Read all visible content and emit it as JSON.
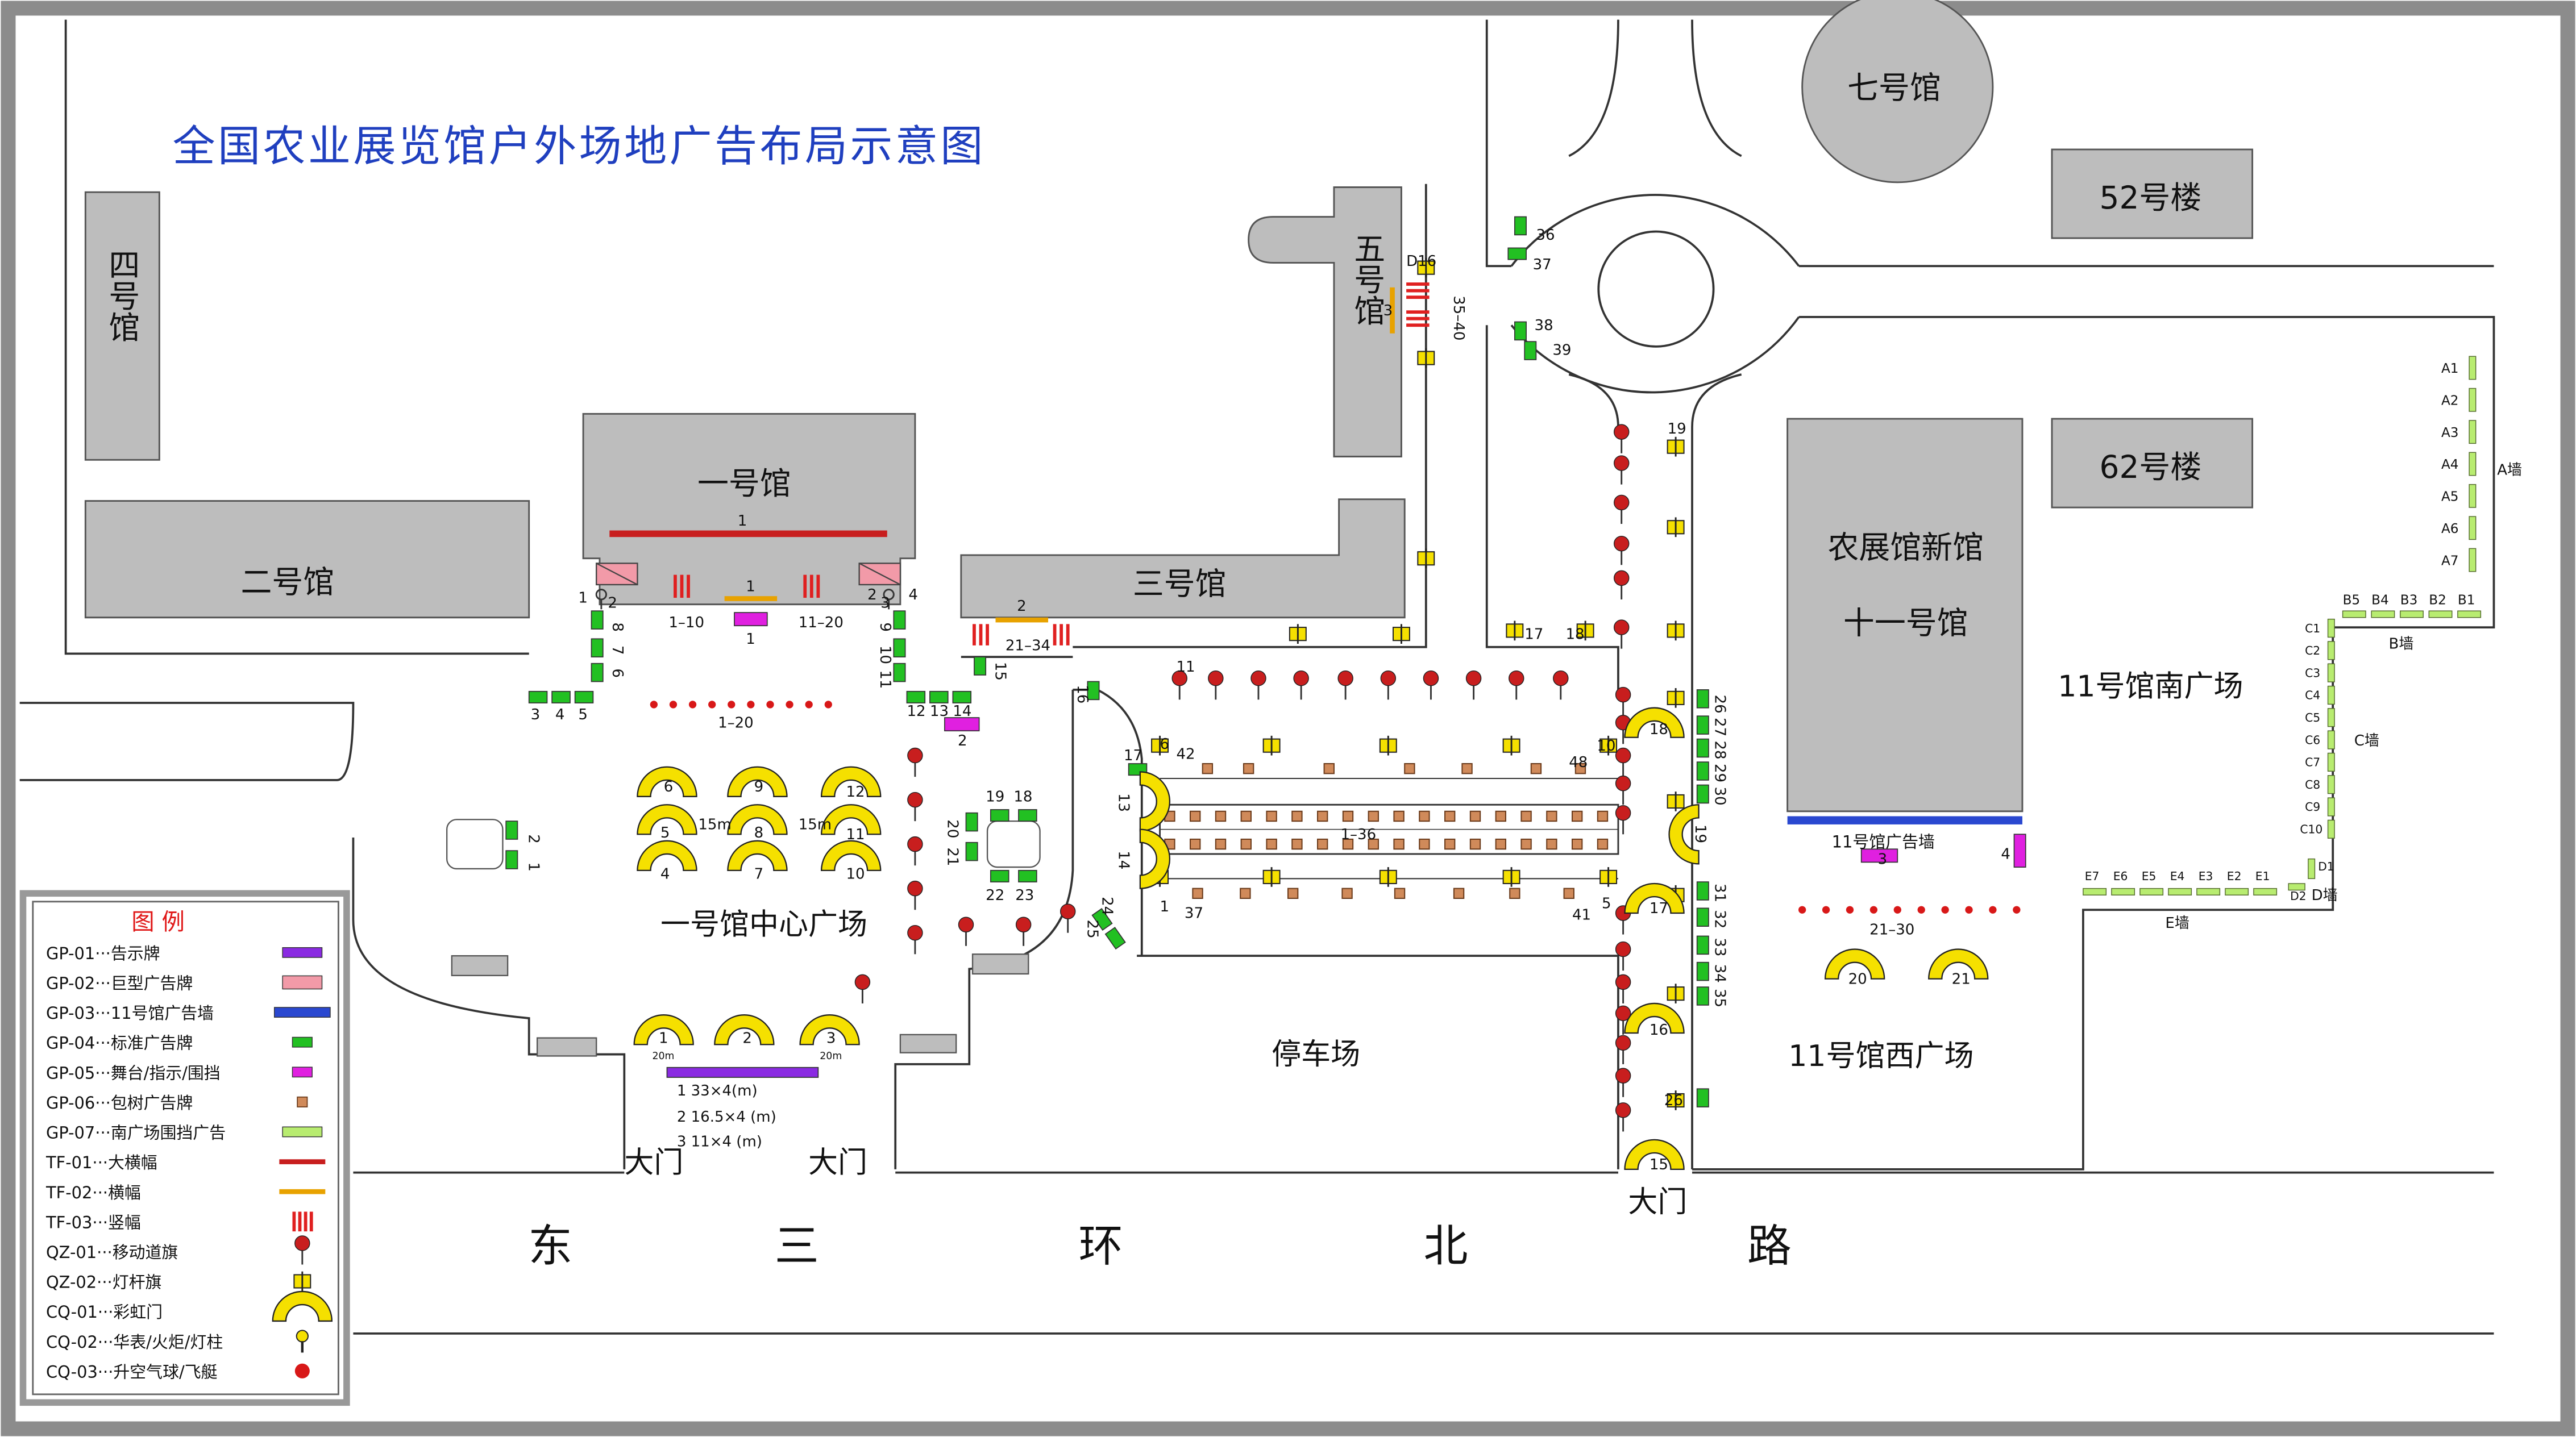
{
  "title": "全国农业展览馆户外场地广告布局示意图",
  "colors": {
    "frame": "#8c8c8c",
    "building": "#bdbdbd",
    "road": "#333333",
    "tf01": "#c81e1e",
    "tf02": "#e8a200",
    "tf03": "#e02020",
    "gp01": "#8a2be2",
    "gp02": "#f29aa8",
    "gp03": "#2a48d0",
    "gp04": "#22c022",
    "gp05": "#e020e0",
    "gp06": "#d08a5a",
    "gp07": "#b8ec70",
    "arch": "#f5e000",
    "flag": "#c81e1e",
    "balloon": "#d81818",
    "title": "#1f3fbf",
    "legend_title": "#e01818"
  },
  "buildings": {
    "hall4": "四号馆",
    "hall2": "二号馆",
    "hall1": "一号馆",
    "hall3": "三号馆",
    "hall5": "五号馆",
    "hall7": "七号馆",
    "bldg52": "52号楼",
    "bldg62": "62号楼",
    "hall11_name": "农展馆新馆",
    "hall11_sub": "十一号馆"
  },
  "areas": {
    "central_plaza": "一号馆中心广场",
    "parking": "停车场",
    "south_plaza": "11号馆南广场",
    "west_plaza": "11号馆西广场",
    "road_chars": [
      "东",
      "三",
      "环",
      "北",
      "路"
    ],
    "gate": "大门"
  },
  "walls": {
    "a": "A墙",
    "b": "B墙",
    "c": "C墙",
    "d": "D墙",
    "e": "E墙",
    "hall11_wall": "11号馆广告墙"
  },
  "labels": {
    "l1": "1",
    "l2": "2",
    "l3": "3",
    "l4": "4",
    "l5": "5",
    "l6": "6",
    "l7": "7",
    "l8": "8",
    "l9": "9",
    "l10": "10",
    "l11": "11",
    "l12": "12",
    "l13": "13",
    "l14": "14",
    "l15": "15",
    "l16": "16",
    "l17": "17",
    "l18": "18",
    "l19": "19",
    "l20": "20",
    "l21": "21",
    "l22": "22",
    "l23": "23",
    "l24": "24",
    "l25": "25",
    "l26": "26",
    "l27": "27",
    "l28": "28",
    "l29": "29",
    "l30": "30",
    "l31": "31",
    "l32": "32",
    "l33": "33",
    "l34": "34",
    "l35": "35",
    "l36": "36",
    "l37": "37",
    "l38": "38",
    "l39": "39",
    "l41": "41",
    "l42": "42",
    "l48": "48",
    "r1_10": "1–10",
    "r11_20": "11–20",
    "r1_20": "1–20",
    "r21_34": "21–34",
    "r1_36": "1–36",
    "r21_30": "21–30",
    "r35_40": "35–40",
    "d16": "D16",
    "m15": "15m",
    "m20": "20m",
    "size1": "1   33×4(m)",
    "size2": "2   16.5×4 (m)",
    "size3": "3   11×4 (m)"
  },
  "wall_items": {
    "a": [
      "A1",
      "A2",
      "A3",
      "A4",
      "A5",
      "A6",
      "A7"
    ],
    "b": [
      "B5",
      "B4",
      "B3",
      "B2",
      "B1"
    ],
    "c": [
      "C1",
      "C2",
      "C3",
      "C4",
      "C5",
      "C6",
      "C7",
      "C8",
      "C9",
      "C10"
    ],
    "d": [
      "D1",
      "D2"
    ],
    "e": [
      "E7",
      "E6",
      "E5",
      "E4",
      "E3",
      "E2",
      "E1"
    ]
  },
  "legend": {
    "title": "图    例",
    "items": [
      {
        "code": "GP-01···告示牌",
        "icon": "gp01"
      },
      {
        "code": "GP-02···巨型广告牌",
        "icon": "gp02"
      },
      {
        "code": "GP-03···11号馆广告墙",
        "icon": "gp03"
      },
      {
        "code": "GP-04···标准广告牌",
        "icon": "gp04"
      },
      {
        "code": "GP-05···舞台/指示/围挡",
        "icon": "gp05"
      },
      {
        "code": "GP-06···包树广告牌",
        "icon": "gp06"
      },
      {
        "code": "GP-07···南广场围挡广告",
        "icon": "gp07"
      },
      {
        "code": "TF-01···大横幅",
        "icon": "tf01"
      },
      {
        "code": "TF-02···横幅",
        "icon": "tf02"
      },
      {
        "code": "TF-03···竖幅",
        "icon": "tf03"
      },
      {
        "code": "QZ-01···移动道旗",
        "icon": "qz01"
      },
      {
        "code": "QZ-02···灯杆旗",
        "icon": "qz02"
      },
      {
        "code": "CQ-01···彩虹门",
        "icon": "cq01"
      },
      {
        "code": "CQ-02···华表/火炬/灯柱",
        "icon": "cq02"
      },
      {
        "code": "CQ-03···升空气球/飞艇",
        "icon": "cq03"
      }
    ]
  }
}
